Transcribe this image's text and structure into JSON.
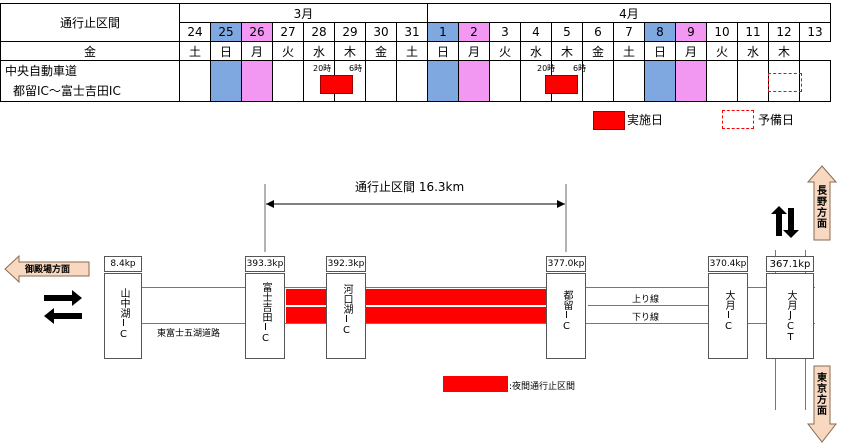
{
  "calendar": {
    "header_label": "通行止区間",
    "months": [
      "3月",
      "4月"
    ],
    "days": [
      {
        "d": "24",
        "w": "金",
        "c": ""
      },
      {
        "d": "25",
        "w": "土",
        "c": "sat"
      },
      {
        "d": "26",
        "w": "日",
        "c": "sun"
      },
      {
        "d": "27",
        "w": "月",
        "c": ""
      },
      {
        "d": "28",
        "w": "火",
        "c": ""
      },
      {
        "d": "29",
        "w": "水",
        "c": ""
      },
      {
        "d": "30",
        "w": "木",
        "c": ""
      },
      {
        "d": "31",
        "w": "金",
        "c": ""
      },
      {
        "d": "1",
        "w": "土",
        "c": "sat"
      },
      {
        "d": "2",
        "w": "日",
        "c": "sun"
      },
      {
        "d": "3",
        "w": "月",
        "c": ""
      },
      {
        "d": "4",
        "w": "火",
        "c": ""
      },
      {
        "d": "5",
        "w": "水",
        "c": ""
      },
      {
        "d": "6",
        "w": "木",
        "c": ""
      },
      {
        "d": "7",
        "w": "金",
        "c": ""
      },
      {
        "d": "8",
        "w": "土",
        "c": "sat"
      },
      {
        "d": "9",
        "w": "日",
        "c": "sun"
      },
      {
        "d": "10",
        "w": "月",
        "c": ""
      },
      {
        "d": "11",
        "w": "火",
        "c": ""
      },
      {
        "d": "12",
        "w": "水",
        "c": ""
      },
      {
        "d": "13",
        "w": "木",
        "c": ""
      }
    ],
    "route_line1": "中央自動車道",
    "route_line2": "都留IC～富士吉田IC",
    "time_start": "20時",
    "time_end": "6時",
    "legend_actual": "実施日",
    "legend_reserve": "予備日"
  },
  "diagram": {
    "closure_label": "通行止区間 16.3km",
    "to_gotemba": "御殿場方面",
    "to_nagano": "長野方面",
    "to_tokyo": "東京方面",
    "up_line": "上り線",
    "down_line": "下り線",
    "bypass": "東富士五湖道路",
    "legend_night": ":夜間通行止区間",
    "interchanges": [
      {
        "kp": "8.4kp",
        "name": "山中湖IC"
      },
      {
        "kp": "393.3kp",
        "name": "富士吉田IC"
      },
      {
        "kp": "392.3kp",
        "name": "河口湖IC"
      },
      {
        "kp": "377.0kp",
        "name": "都留IC"
      },
      {
        "kp": "370.4kp",
        "name": "大月IC"
      },
      {
        "kp": "367.1kp",
        "name": "大月JCT"
      }
    ]
  },
  "colors": {
    "closure": "#ff0000",
    "saturday": "#7fa7e0",
    "sunday": "#f298f2",
    "arrow_fill": "#f8d8c0"
  }
}
